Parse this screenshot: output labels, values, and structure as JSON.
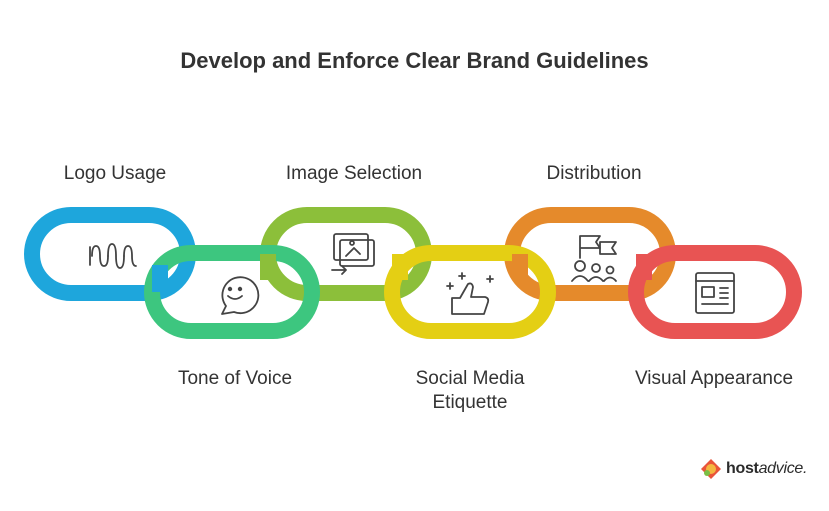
{
  "title": "Develop and Enforce Clear Brand Guidelines",
  "links": [
    {
      "label": "Logo Usage",
      "color": "#1ea6dc",
      "icon": "barcode-waves-icon"
    },
    {
      "label": "Tone of Voice",
      "color": "#3dc67f",
      "icon": "speech-bubble-smile-icon"
    },
    {
      "label": "Image Selection",
      "color": "#8cbf3a",
      "icon": "image-gallery-arrow-icon"
    },
    {
      "label": "Social Media Etiquette",
      "color": "#e4cf14",
      "icon": "thumbs-up-sparkle-icon"
    },
    {
      "label": "Distribution",
      "color": "#e58a2b",
      "icon": "flag-people-icon"
    },
    {
      "label": "Visual Appearance",
      "color": "#e85453",
      "icon": "layout-window-icon"
    }
  ],
  "labels": {
    "logo_usage": "Logo Usage",
    "tone_of_voice": "Tone of Voice",
    "image_selection": "Image Selection",
    "social_media_line1": "Social Media",
    "social_media_line2": "Etiquette",
    "distribution": "Distribution",
    "visual_appearance": "Visual Appearance"
  },
  "branding": {
    "name_bold": "host",
    "name_rest": "advice."
  }
}
